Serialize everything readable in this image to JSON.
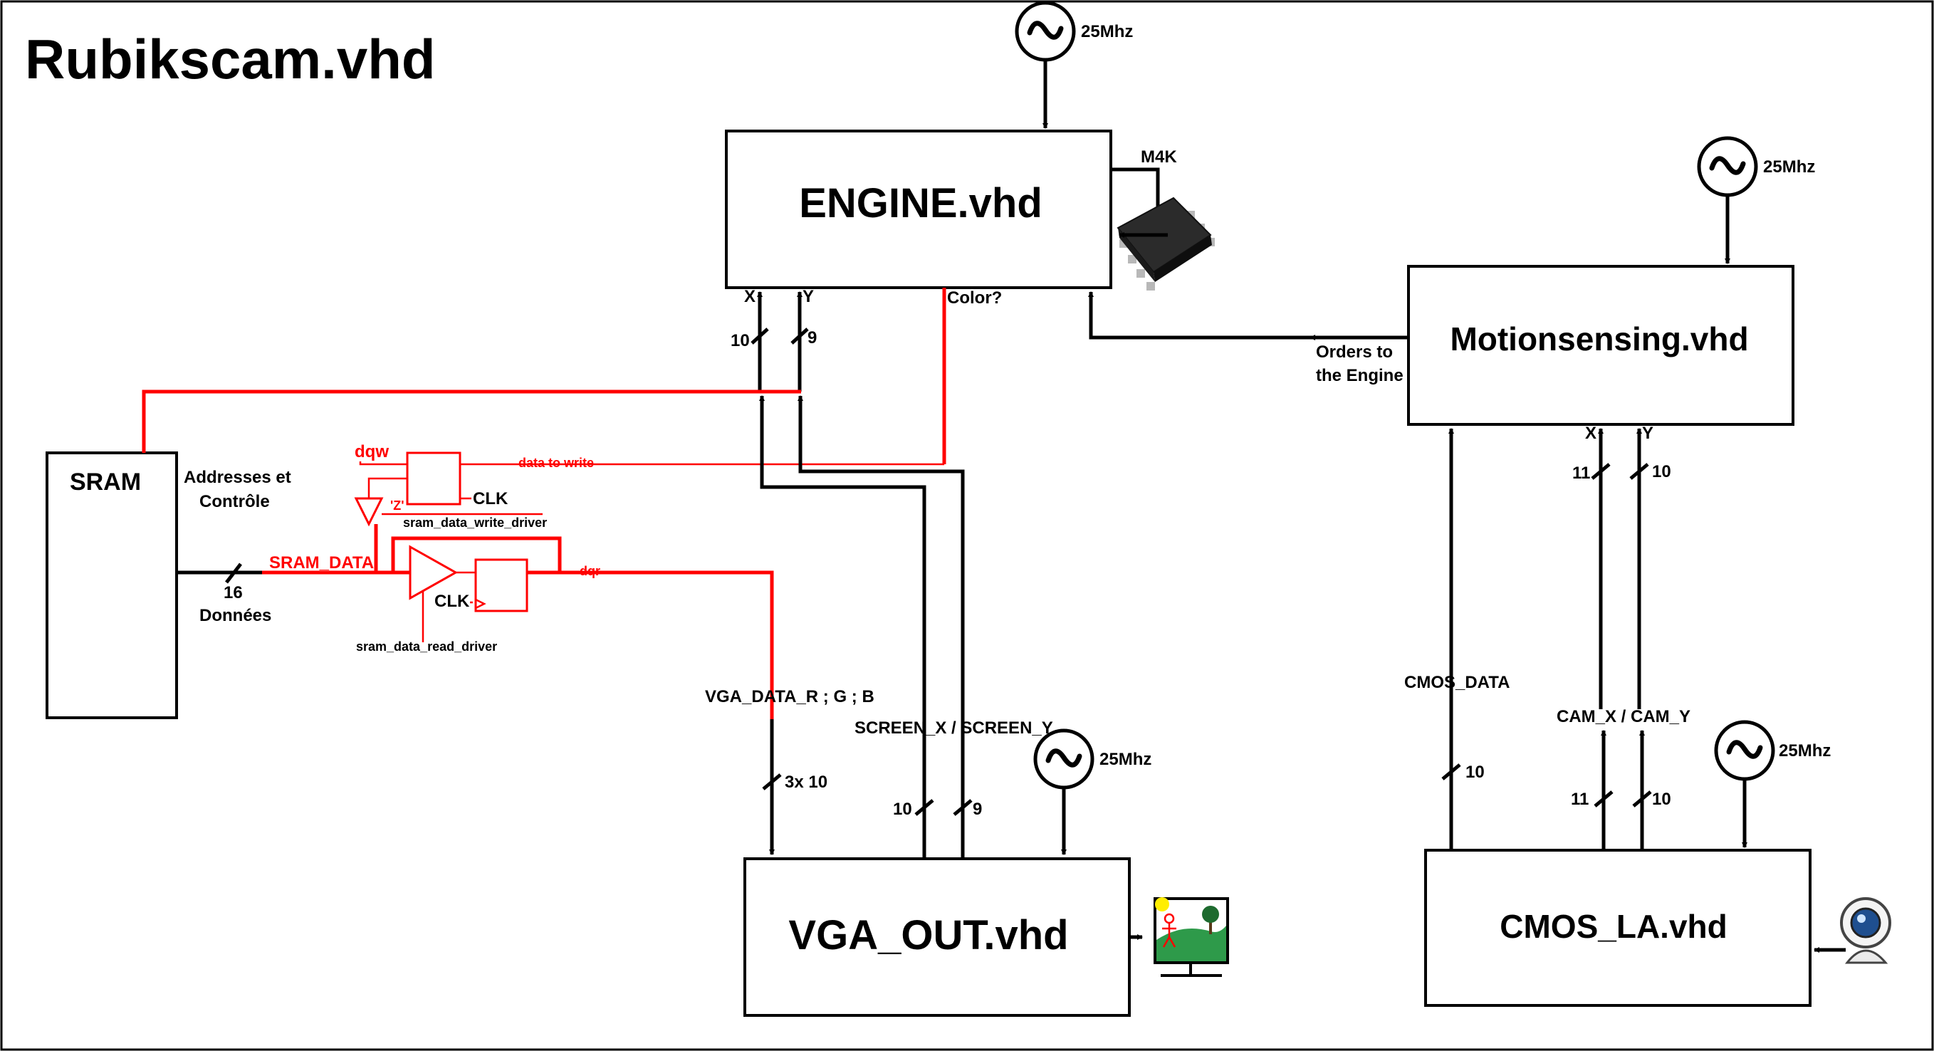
{
  "title": "Rubikscam.vhd",
  "blocks": {
    "engine": "ENGINE.vhd",
    "motion": "Motionsensing.vhd",
    "sram": "SRAM",
    "vga": "VGA_OUT.vhd",
    "cmos": "CMOS_LA.vhd"
  },
  "clocks": {
    "engine": "25Mhz",
    "motion": "25Mhz",
    "vga": "25Mhz",
    "cmos": "25Mhz"
  },
  "labels": {
    "m4k": "M4K",
    "x": "X",
    "y": "Y",
    "color": "Color?",
    "bus_10": "10",
    "bus_9": "9",
    "orders_line1": "Orders to",
    "orders_line2": "the Engine",
    "addr_line1": "Addresses et",
    "addr_line2": "Contrôle",
    "bus_16": "16",
    "donnees": "Données",
    "sram_data": "SRAM_DATA",
    "dqw": "dqw",
    "data_to_write": "data to write",
    "clk1": "CLK",
    "z": "'Z'",
    "write_driver": "sram_data_write_driver",
    "clk2": "CLK",
    "dqr": "dqr",
    "read_driver": "sram_data_read_driver",
    "vga_data": "VGA_DATA_R ; G ; B",
    "bus_3x10": "3x 10",
    "screen_xy": "SCREEN_X / SCREEN_Y",
    "vga_bus_10": "10",
    "vga_bus_9": "9",
    "mx": "X",
    "my": "Y",
    "m_bus_11": "11",
    "m_bus_10": "10",
    "cmos_data": "CMOS_DATA",
    "cmos_bus_10": "10",
    "cam_xy": "CAM_X / CAM_Y",
    "c_bus_11": "11",
    "c_bus_10": "10"
  },
  "icons": [
    "clock-icon",
    "m4k-chip-icon",
    "monitor-icon",
    "webcam-icon"
  ],
  "colors": {
    "line": "#000000",
    "sram_path": "#ff0000",
    "monitor_grass": "#2e9a4a",
    "monitor_sun": "#ffee00"
  }
}
